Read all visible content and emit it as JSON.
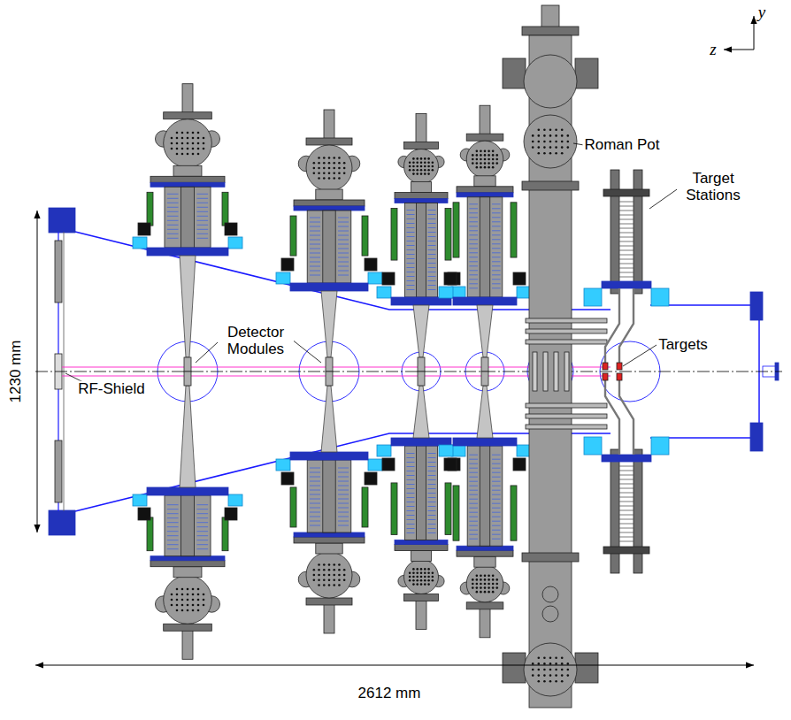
{
  "diagram": {
    "labels": [
      "y",
      "z",
      "Roman Pot",
      "Target Stations",
      "1230 mm",
      "Detector Modules",
      "Targets",
      "RF-Shield",
      "2612 mm"
    ]
  }
}
